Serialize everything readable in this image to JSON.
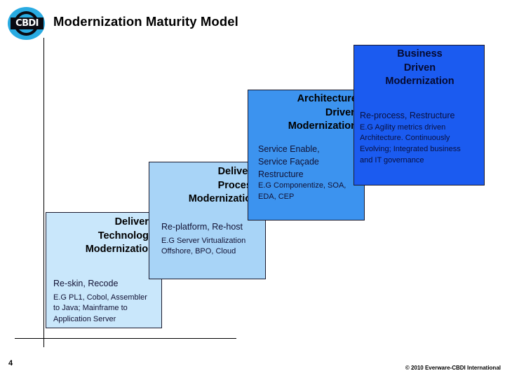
{
  "slide": {
    "title": "Modernization Maturity Model",
    "page_number": "4",
    "copyright": "© 2010 Everware-CBDI International",
    "logo_text": "CBDI"
  },
  "colors": {
    "logo_cyan": "#29ABE2",
    "logo_dark": "#0a0a12",
    "level1_fill": "#C9E7FB",
    "level2_fill": "#A8D4F7",
    "level3_fill": "#3C93EF",
    "level4_fill": "#1B5BF0",
    "box_border": "#1a1a2e",
    "axis": "#000000",
    "title_text": "#000000"
  },
  "diagram": {
    "type": "maturity-staircase",
    "levels": [
      {
        "id": "delivery-technology",
        "heading": [
          "Delivery",
          "Technology",
          "Modernization"
        ],
        "body": [
          "Re-skin, Recode",
          "E.G PL1, Cobol, Assembler",
          "to Java; Mainframe to",
          "Application Server"
        ]
      },
      {
        "id": "delivery-process",
        "heading": [
          "Delivery",
          "Process",
          "Modernization"
        ],
        "body": [
          "Re-platform, Re-host",
          "E.G Server Virtualization",
          "Offshore, BPO, Cloud"
        ]
      },
      {
        "id": "architecture-driven",
        "heading": [
          "Architecture",
          "Driven",
          "Modernization"
        ],
        "body": [
          "Service Enable,",
          "Service Façade",
          "Restructure",
          "E.G Componentize, SOA,",
          "EDA, CEP"
        ]
      },
      {
        "id": "business-driven",
        "heading": [
          "Business",
          "Driven",
          "Modernization"
        ],
        "body": [
          "Re-process, Restructure",
          "E.G Agility metrics driven",
          "Architecture. Continuously",
          "Evolving; Integrated business",
          "and IT governance"
        ]
      }
    ]
  }
}
